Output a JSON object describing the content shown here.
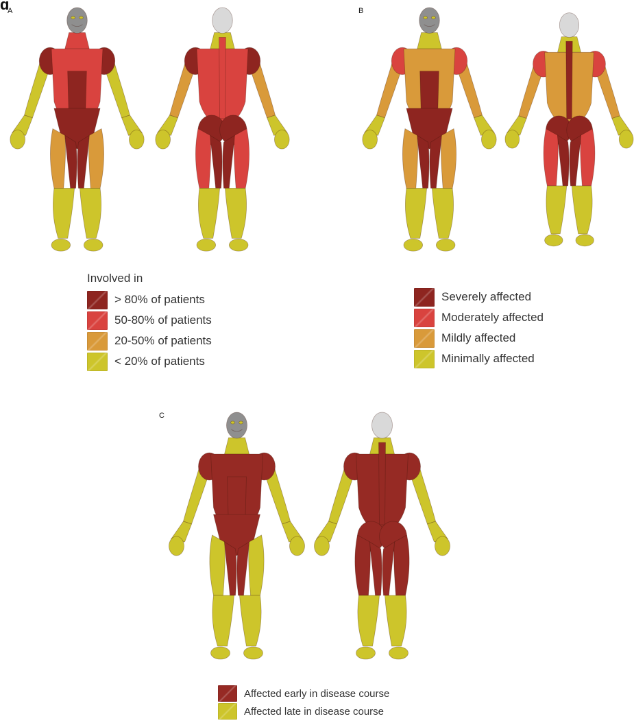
{
  "header_fragment": "g",
  "panels": [
    {
      "letter": "A",
      "legend": {
        "title": "Involved in",
        "items": [
          {
            "label": "> 80% of patients",
            "color": "#8e2520"
          },
          {
            "label": "50-80% of patients",
            "color": "#d9433f"
          },
          {
            "label": "20-50% of patients",
            "color": "#d99a3a"
          },
          {
            "label": "<  20% of patients",
            "color": "#cdc52b"
          }
        ]
      }
    },
    {
      "letter": "B",
      "legend": {
        "title": "",
        "items": [
          {
            "label": "Severely affected",
            "color": "#8e2520"
          },
          {
            "label": "Moderately affected",
            "color": "#d9433f"
          },
          {
            "label": "Mildly affected",
            "color": "#d99a3a"
          },
          {
            "label": "Minimally affected",
            "color": "#cdc52b"
          }
        ]
      }
    },
    {
      "letter": "C",
      "legend": {
        "title": "",
        "items": [
          {
            "label": "Affected early in disease course",
            "color": "#962a24"
          },
          {
            "label": "Affected late in disease course",
            "color": "#cdc52b"
          }
        ]
      }
    }
  ],
  "figures": [
    {
      "panel": "A",
      "view": "front",
      "colors": {
        "neck": "#d9433f",
        "shoulders": "#8e2520",
        "trunk": "#d9433f",
        "core": "#8e2520",
        "upperarm": "#cdc52b",
        "forearm": "#cdc52b",
        "hip": "#8e2520",
        "thigh_outer": "#d99a3a",
        "thigh_inner": "#8e2520",
        "calf": "#cdc52b",
        "foot": "#cdc52b",
        "hand": "#cdc52b"
      }
    },
    {
      "panel": "A",
      "view": "back",
      "colors": {
        "neck": "#cdc52b",
        "shoulders": "#8e2520",
        "trunk": "#d9433f",
        "core": "#d9433f",
        "upperarm": "#d99a3a",
        "forearm": "#cdc52b",
        "hip": "#8e2520",
        "thigh_outer": "#d9433f",
        "thigh_inner": "#8e2520",
        "calf": "#cdc52b",
        "foot": "#cdc52b",
        "hand": "#cdc52b"
      }
    },
    {
      "panel": "B",
      "view": "front",
      "colors": {
        "neck": "#cdc52b",
        "shoulders": "#d9433f",
        "trunk": "#d99a3a",
        "core": "#8e2520",
        "upperarm": "#d99a3a",
        "forearm": "#cdc52b",
        "hip": "#8e2520",
        "thigh_outer": "#d99a3a",
        "thigh_inner": "#8e2520",
        "calf": "#cdc52b",
        "foot": "#cdc52b",
        "hand": "#cdc52b"
      }
    },
    {
      "panel": "B",
      "view": "back",
      "colors": {
        "neck": "#cdc52b",
        "shoulders": "#d9433f",
        "trunk": "#d99a3a",
        "core": "#8e2520",
        "upperarm": "#d99a3a",
        "forearm": "#cdc52b",
        "hip": "#8e2520",
        "thigh_outer": "#d9433f",
        "thigh_inner": "#8e2520",
        "calf": "#cdc52b",
        "foot": "#cdc52b",
        "hand": "#cdc52b"
      }
    },
    {
      "panel": "C",
      "view": "front",
      "colors": {
        "neck": "#cdc52b",
        "shoulders": "#962a24",
        "trunk": "#962a24",
        "core": "#962a24",
        "upperarm": "#cdc52b",
        "forearm": "#cdc52b",
        "hip": "#962a24",
        "thigh_outer": "#cdc52b",
        "thigh_inner": "#962a24",
        "calf": "#cdc52b",
        "foot": "#cdc52b",
        "hand": "#cdc52b"
      }
    },
    {
      "panel": "C",
      "view": "back",
      "colors": {
        "neck": "#cdc52b",
        "shoulders": "#962a24",
        "trunk": "#962a24",
        "core": "#962a24",
        "upperarm": "#cdc52b",
        "forearm": "#cdc52b",
        "hip": "#962a24",
        "thigh_outer": "#962a24",
        "thigh_inner": "#962a24",
        "calf": "#cdc52b",
        "foot": "#cdc52b",
        "hand": "#cdc52b"
      }
    }
  ]
}
